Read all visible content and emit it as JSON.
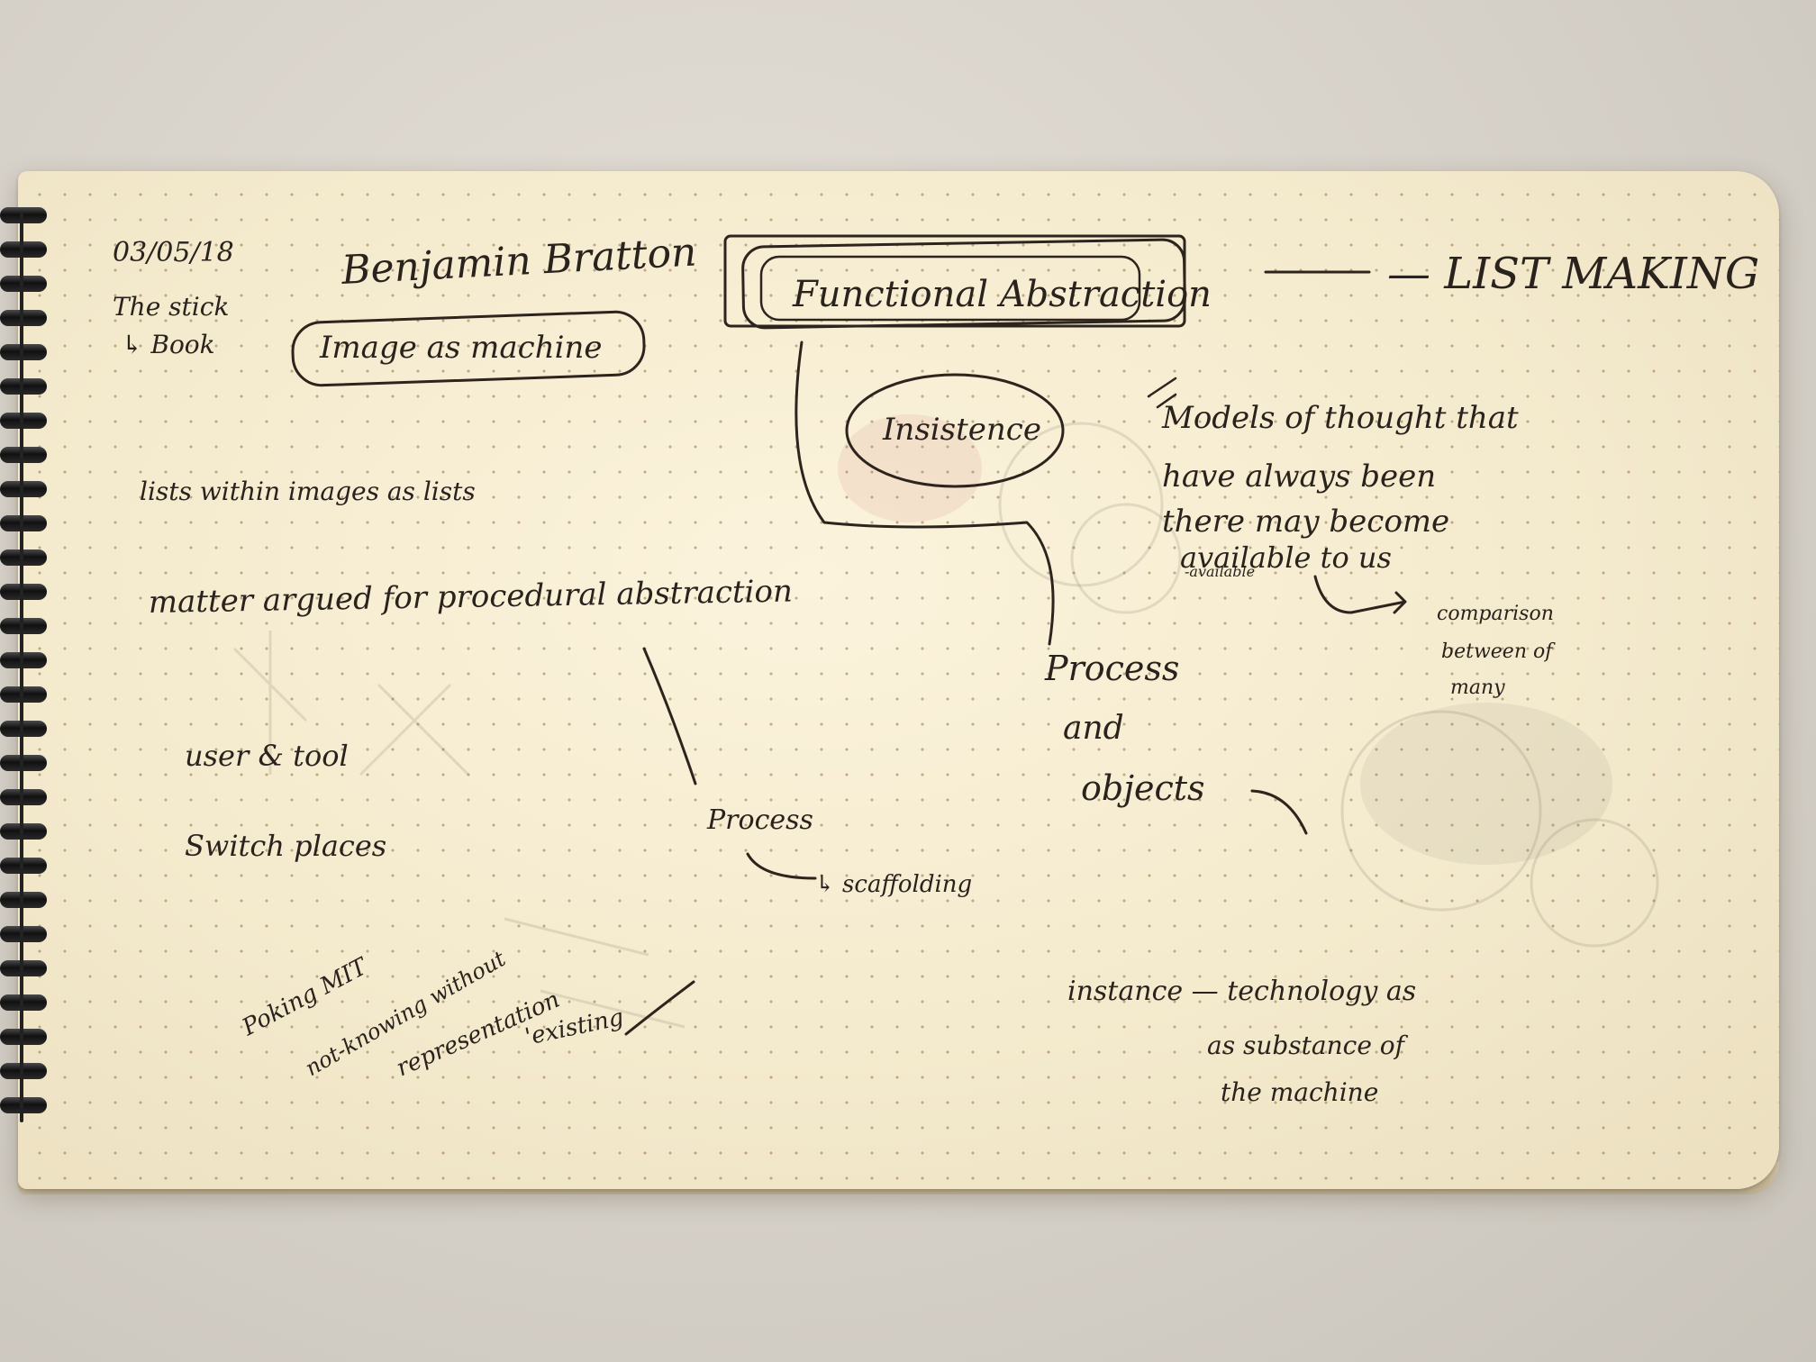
{
  "notes": {
    "date": "03/05/18",
    "left_margin": [
      "The stick",
      "↳ Book"
    ],
    "author": "Benjamin Bratton",
    "image_as_machine": "Image as machine",
    "lists_images": "lists within   images as lists",
    "procedural": "matter argued for procedural abstraction",
    "user_tool": "user & tool",
    "switch": "Switch places",
    "making": [
      "Poking MIT",
      "not-knowing without",
      "representation",
      "'existing"
    ],
    "process_small": "Process",
    "process_small_sub": "↳ scaffolding",
    "functional_abstraction": "Functional Abstraction",
    "insistence": "Insistence",
    "list_making": "— LIST MAKING",
    "models": [
      "Models of thought that",
      "have always been",
      "there may become",
      "available to us"
    ],
    "models_small": "-available",
    "comparison": [
      "comparison",
      "between of",
      "many"
    ],
    "process_objects": [
      "Process",
      "and",
      "objects"
    ],
    "instance": [
      "instance — technology as",
      "as substance of",
      "the machine"
    ]
  }
}
